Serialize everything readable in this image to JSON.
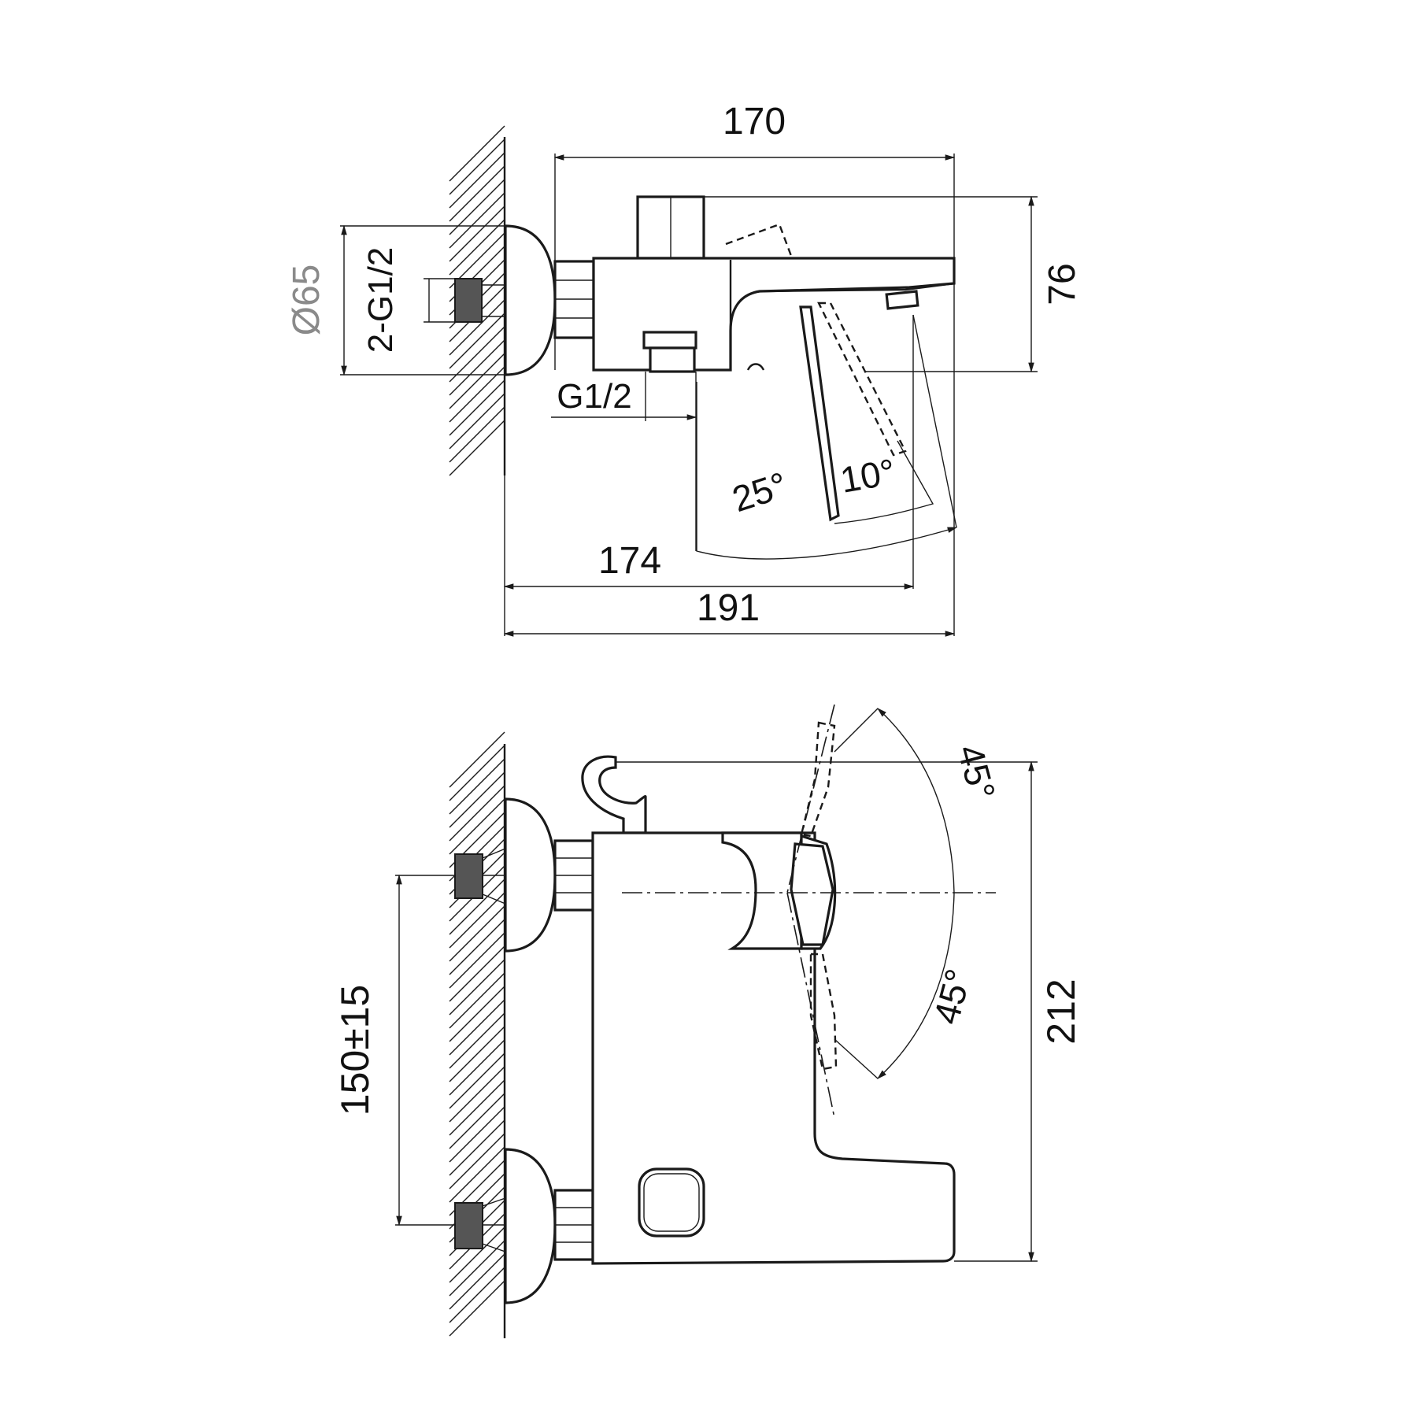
{
  "top_view": {
    "width_dim": "170",
    "height_dim": "76",
    "flange_diameter": "Ø65",
    "inlet_thread": "2-G1/2",
    "outlet_thread": "G1/2",
    "spout_angle": "25°",
    "lever_angle": "10°",
    "projection_inner": "174",
    "projection_outer": "191"
  },
  "front_view": {
    "centres_dim": "150±15",
    "height_dim": "212",
    "rotation_up": "45°",
    "rotation_down": "45°"
  },
  "colors": {
    "line": "#1a1a1a",
    "fitting": "#555555",
    "background": "#ffffff"
  }
}
